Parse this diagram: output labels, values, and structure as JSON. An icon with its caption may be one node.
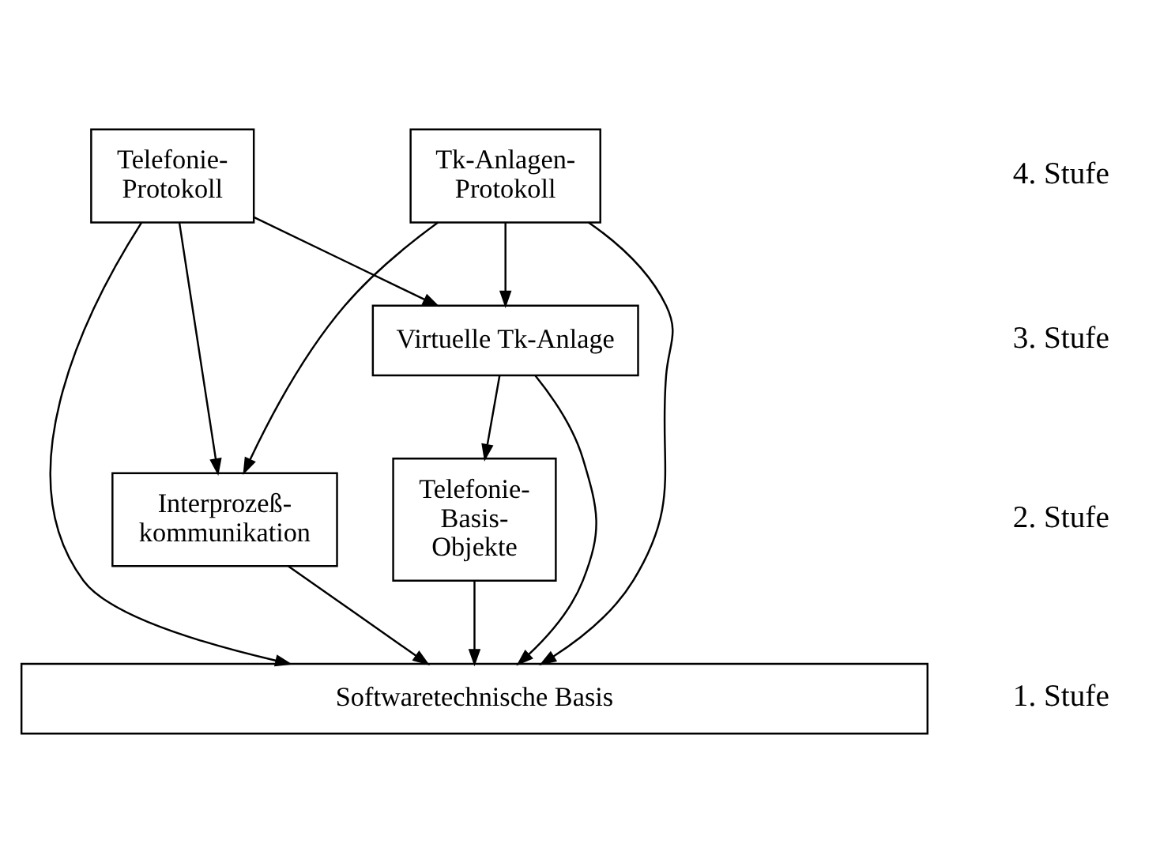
{
  "diagram": {
    "nodes": [
      {
        "text": [
          "Telefonie- Protokoll"
        ]
      },
      {
        "text": [
          "Tk-Anlagen- Protokoll"
        ]
      },
      {
        "text": [
          "Virtuelle Tk-Anlage"
        ]
      },
      {
        "text": [
          "Interprozeß- kommunikation"
        ]
      },
      {
        "text": [
          "Telefonie- Basis- Objekte"
        ]
      },
      {
        "text": [
          "Softwaretechnische Basis"
        ]
      }
    ],
    "edges": [
      {
        "from": 0,
        "to": 5,
        "arrow": "to"
      },
      {
        "from": 0,
        "to": 3,
        "arrow": "to"
      },
      {
        "from": 0,
        "to": 2,
        "arrow": "to"
      },
      {
        "from": 1,
        "to": 3,
        "arrow": "to"
      },
      {
        "from": 1,
        "to": 2,
        "arrow": "to"
      },
      {
        "from": 1,
        "to": 5,
        "arrow": "to"
      },
      {
        "from": 2,
        "to": 5,
        "arrow": "to"
      },
      {
        "from": 2,
        "to": 4,
        "arrow": "to"
      },
      {
        "from": 3,
        "to": 5,
        "arrow": "to"
      },
      {
        "from": 4,
        "to": 5,
        "arrow": "to"
      }
    ],
    "labels": [
      "4. Stufe",
      "3. Stufe",
      "2. Stufe",
      "1. Stufe"
    ]
  }
}
